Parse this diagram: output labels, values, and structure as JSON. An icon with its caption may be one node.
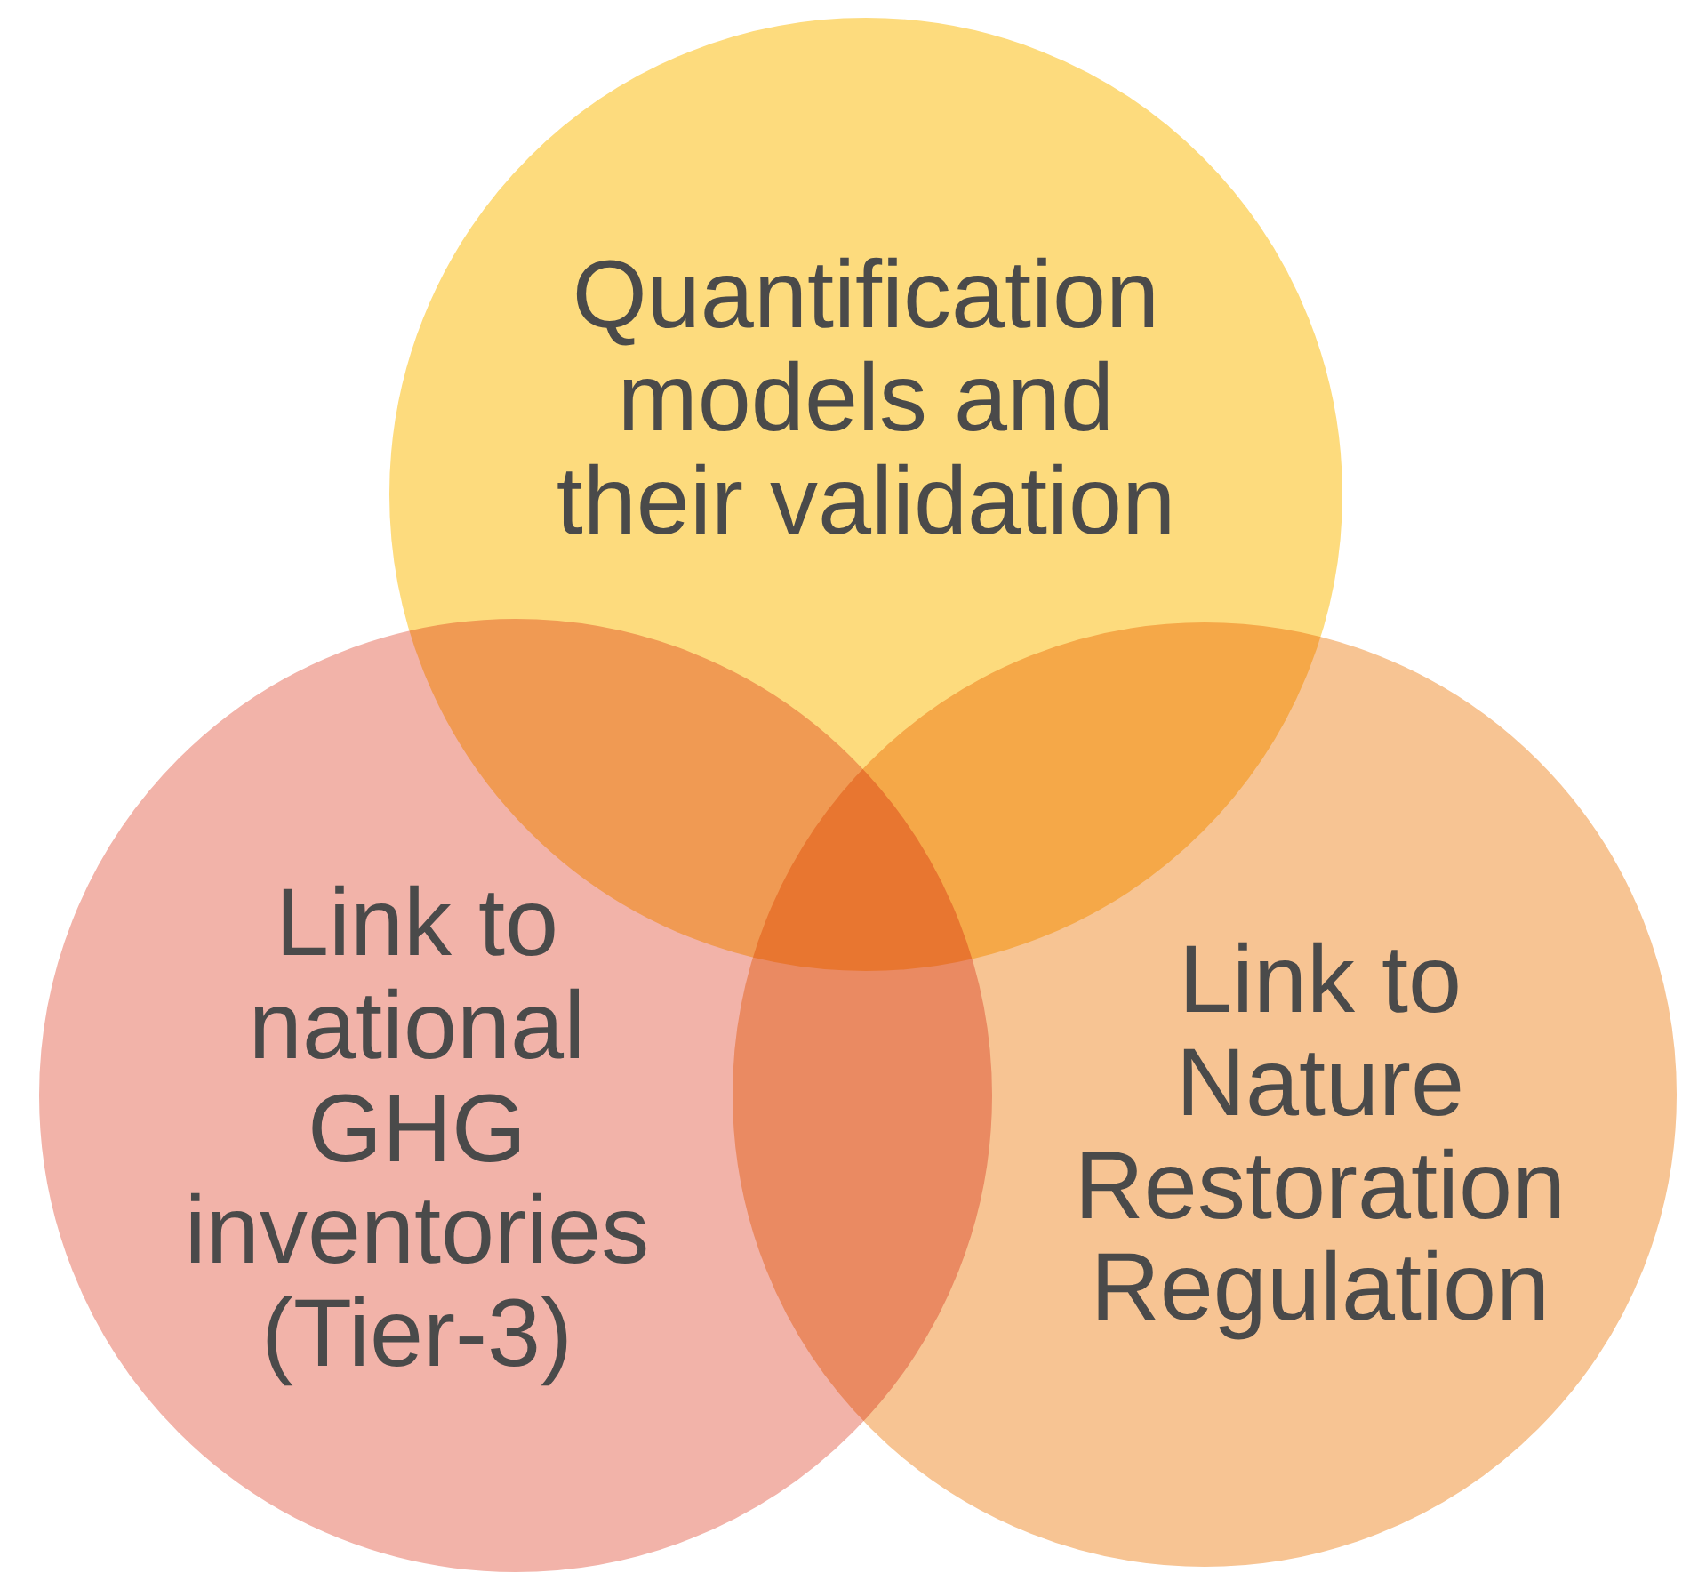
{
  "diagram": {
    "nodes": [
      {
        "text": [
          "Quantification models and their validation"
        ]
      },
      {
        "text": [
          "Link to national GHG inventories (Tier-3)"
        ]
      },
      {
        "text": [
          "Link to Nature Restoration Regulation"
        ]
      }
    ]
  }
}
